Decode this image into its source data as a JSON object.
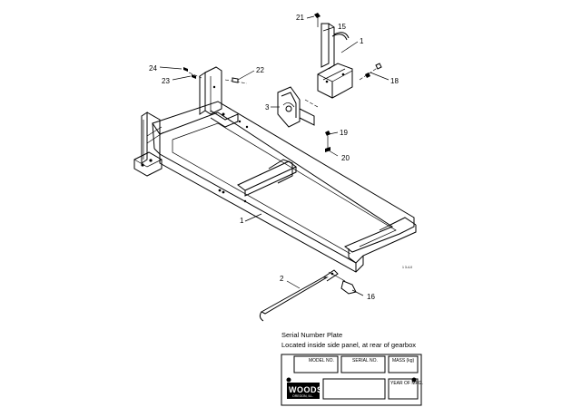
{
  "callouts": {
    "c21": "21",
    "c15": "15",
    "c1_top": "1",
    "c18": "18",
    "c24": "24",
    "c23": "23",
    "c22": "22",
    "c3": "3",
    "c19": "19",
    "c20": "20",
    "c1_frame": "1",
    "c2": "2",
    "c16": "16"
  },
  "figure_code": "1 3-4-0",
  "caption": {
    "line1": "Serial Number Plate",
    "line2": "Located inside side panel, at rear of gearbox"
  },
  "plate": {
    "model_label": "MODEL NO.",
    "serial_label": "SERIAL NO.",
    "mass_label": "MASS (kg)",
    "year_label": "YEAR OF MFG.",
    "brand": "WOODS",
    "brand_sub": "OREGON, ILL."
  },
  "colors": {
    "ink": "#000000",
    "paper": "#ffffff"
  }
}
